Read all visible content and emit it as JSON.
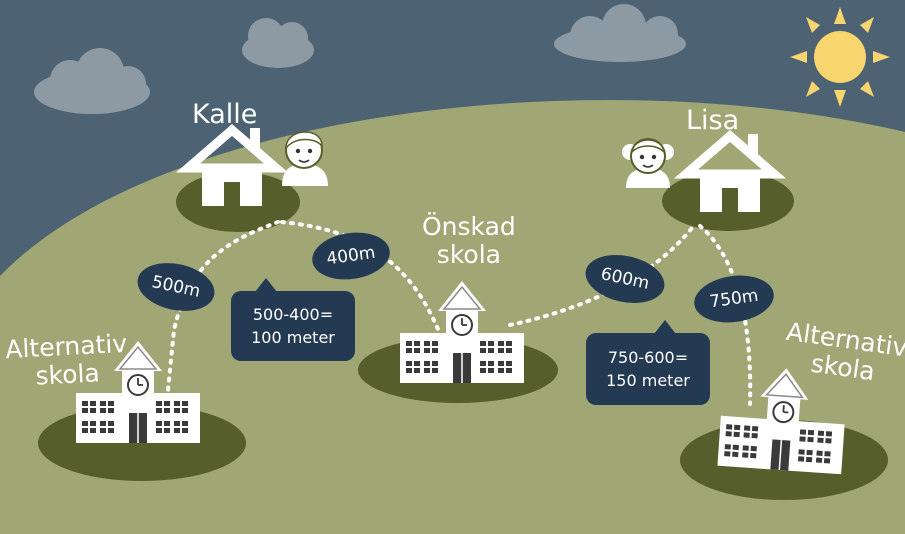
{
  "people": {
    "kalle": "Kalle",
    "lisa": "Lisa"
  },
  "schools": {
    "preferred": [
      "Önskad",
      "skola"
    ],
    "alt_left": [
      "Alternativ",
      "skola"
    ],
    "alt_right": [
      "Alternativ",
      "skola"
    ]
  },
  "distances": {
    "kalle_alt": "500m",
    "kalle_pref": "400m",
    "lisa_pref": "600m",
    "lisa_alt": "750m"
  },
  "callouts": {
    "kalle": [
      "500-400=",
      "100 meter"
    ],
    "lisa": [
      "750-600=",
      "150 meter"
    ]
  },
  "colors": {
    "sky": "#4d6272",
    "hill": "#a1a675",
    "ground_patch": "#565e2c",
    "bubble": "#233a52",
    "sun": "#f8d56e",
    "cloud": "#8e9aa3",
    "building": "#ffffff"
  }
}
